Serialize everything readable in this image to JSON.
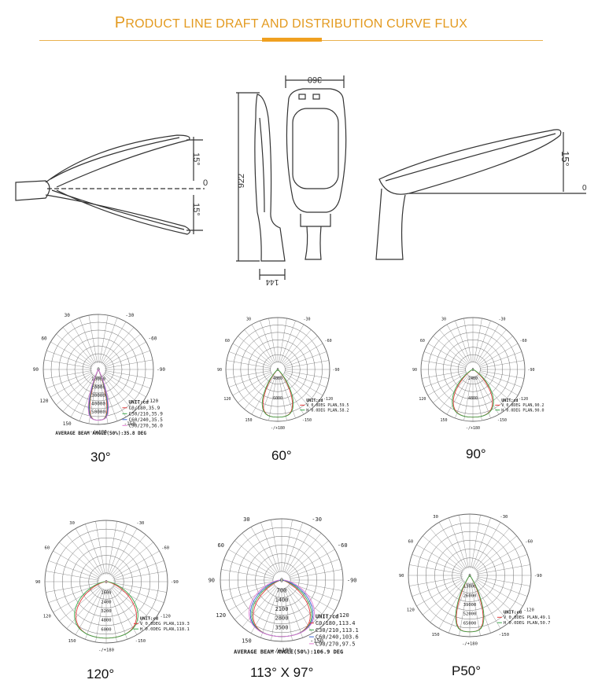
{
  "header": {
    "title_first": "P",
    "title_rest": "RODUCT LINE DRAFT AND DISTRIBUTION CURVE FLUX"
  },
  "drawing": {
    "dim_width": "360",
    "dim_height": "922",
    "dim_depth": "144",
    "tilt_up": "15°",
    "tilt_zero": "0",
    "tilt_down": "15°",
    "right_tilt": "15°",
    "right_zero": "0"
  },
  "charts": [
    {
      "caption": "30°",
      "angles": [
        "-/+180",
        "-150",
        "150",
        "-120",
        "120",
        "-90",
        "90",
        "-60",
        "60",
        "-30",
        "30",
        "0"
      ],
      "rings": [
        "10000",
        "20000",
        "30000",
        "40000",
        "50000"
      ],
      "unit": "UNIT:cd",
      "legend": [
        "C0/180,35.9",
        "C30/210,35.9",
        "C60/240,35.5",
        "C90/270,36.0"
      ],
      "note": "AVERAGE BEAM ANGLE(50%):35.8 DEG"
    },
    {
      "caption": "60°",
      "angles": [
        "-/+180",
        "-150",
        "150",
        "-120",
        "120",
        "-90",
        "90",
        "-60",
        "60",
        "-30",
        "30",
        "0"
      ],
      "rings": [
        "4000",
        "6000"
      ],
      "unit": "UNIT:cd",
      "legend": [
        "V 0.0DEG PLAN,59.5",
        "H 0.0DEG PLAN,58.2"
      ],
      "note": ""
    },
    {
      "caption": "90°",
      "angles": [
        "-/+180",
        "-150",
        "150",
        "-120",
        "120",
        "-90",
        "90",
        "-60",
        "60",
        "-30",
        "30",
        "0"
      ],
      "rings": [
        "2400",
        "4800"
      ],
      "unit": "UNIT:cd",
      "legend": [
        "V 0.0DEG PLAN,90.2",
        "H 0.0DEG PLAN,90.0"
      ],
      "note": ""
    },
    {
      "caption": "120°",
      "angles": [
        "-/+180",
        "-150",
        "150",
        "-120",
        "120",
        "-90",
        "90",
        "-60",
        "60",
        "-30",
        "30",
        "0"
      ],
      "rings": [
        "1600",
        "2400",
        "3200",
        "4800",
        "6000"
      ],
      "unit": "UNIT:cd",
      "legend": [
        "V 0.0DEG PLAN,119.3",
        "H 0.0DEG PLAN,118.1"
      ],
      "note": ""
    },
    {
      "caption": "113°  X 97°",
      "angles": [
        "-/+180",
        "-150",
        "150",
        "-120",
        "120",
        "-90",
        "90",
        "-60",
        "60",
        "-30",
        "30",
        "0"
      ],
      "rings": [
        "700",
        "1400",
        "2100",
        "2800",
        "3500"
      ],
      "unit": "UNIT:cd",
      "legend": [
        "C0/180,113.4",
        "C30/210,113.1",
        "C60/240,103.6",
        "C90/270,97.5"
      ],
      "note": "AVERAGE BEAM ANGLE(50%):106.9 DEG"
    },
    {
      "caption": "P50°",
      "angles": [
        "-/+180",
        "-150",
        "150",
        "-120",
        "120",
        "-90",
        "90",
        "-60",
        "60",
        "-30",
        "30",
        "0"
      ],
      "rings": [
        "13000",
        "26000",
        "39000",
        "52000",
        "65000"
      ],
      "unit": "UNIT:cd",
      "legend": [
        "V 0.0DEG PLAN,49.1",
        "H 0.0DEG PLAN,50.7"
      ],
      "note": ""
    }
  ],
  "colors": {
    "title": "#e39a1f",
    "rule": "#e9b24f",
    "accent": "#f0a020",
    "curve_red": "#e23b3b",
    "curve_green": "#3aa84a",
    "curve_blue": "#3b63d6",
    "curve_pink": "#e27bd0",
    "curve_yellow": "#e0c020"
  }
}
